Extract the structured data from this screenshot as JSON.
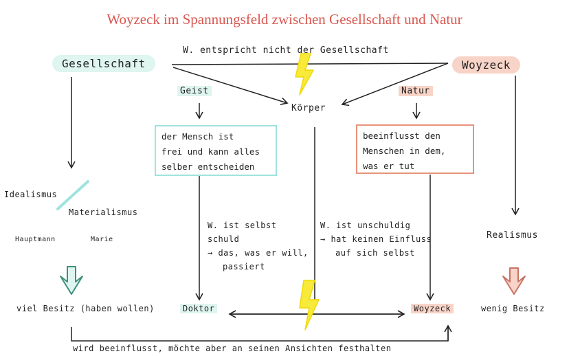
{
  "title": "Woyzeck im Spannungsfeld zwischen Gesellschaft und Natur",
  "nodes": {
    "gesellschaft": "Gesellschaft",
    "woyzeck_top": "Woyzeck",
    "top_edge_label": "W. entspricht nicht der Gesellschaft",
    "koerper": "Körper",
    "geist": "Geist",
    "natur": "Natur",
    "geist_box": [
      "der Mensch ist",
      "frei und kann alles",
      "selber entscheiden"
    ],
    "natur_box": [
      "beeinflusst den",
      "Menschen in dem,",
      "was er tut"
    ],
    "idealismus": "Idealismus",
    "materialismus": "Materialismus",
    "hauptmann": "Hauptmann",
    "marie": "Marie",
    "realismus": "Realismus",
    "selbst_schuld": [
      "W. ist selbst",
      "schuld",
      "→ das, was er will,",
      "passiert"
    ],
    "unschuldig": [
      "W. ist unschuldig",
      "→ hat keinen Einfluss",
      "auf sich selbst"
    ],
    "viel_besitz": "viel Besitz (haben wollen)",
    "doktor": "Doktor",
    "woyzeck_bottom": "Woyzeck",
    "wenig_besitz": "wenig Besitz",
    "bottom_label": "wird beeinflusst, möchte aber an seinen Ansichten festhalten"
  },
  "colors": {
    "title": "#d9574f",
    "mint": "#dff5ef",
    "mint_border": "#9fe3dd",
    "salmon": "#f8d4c8",
    "salmon_border": "#e8927d",
    "lightning": "#f7ea3a",
    "arrow_green": "#3f8f7a",
    "arrow_red": "#c77466"
  },
  "icons": [
    "lightning-bolt-icon",
    "lightning-bolt-icon",
    "double-arrow-down-icon",
    "double-arrow-down-icon"
  ]
}
